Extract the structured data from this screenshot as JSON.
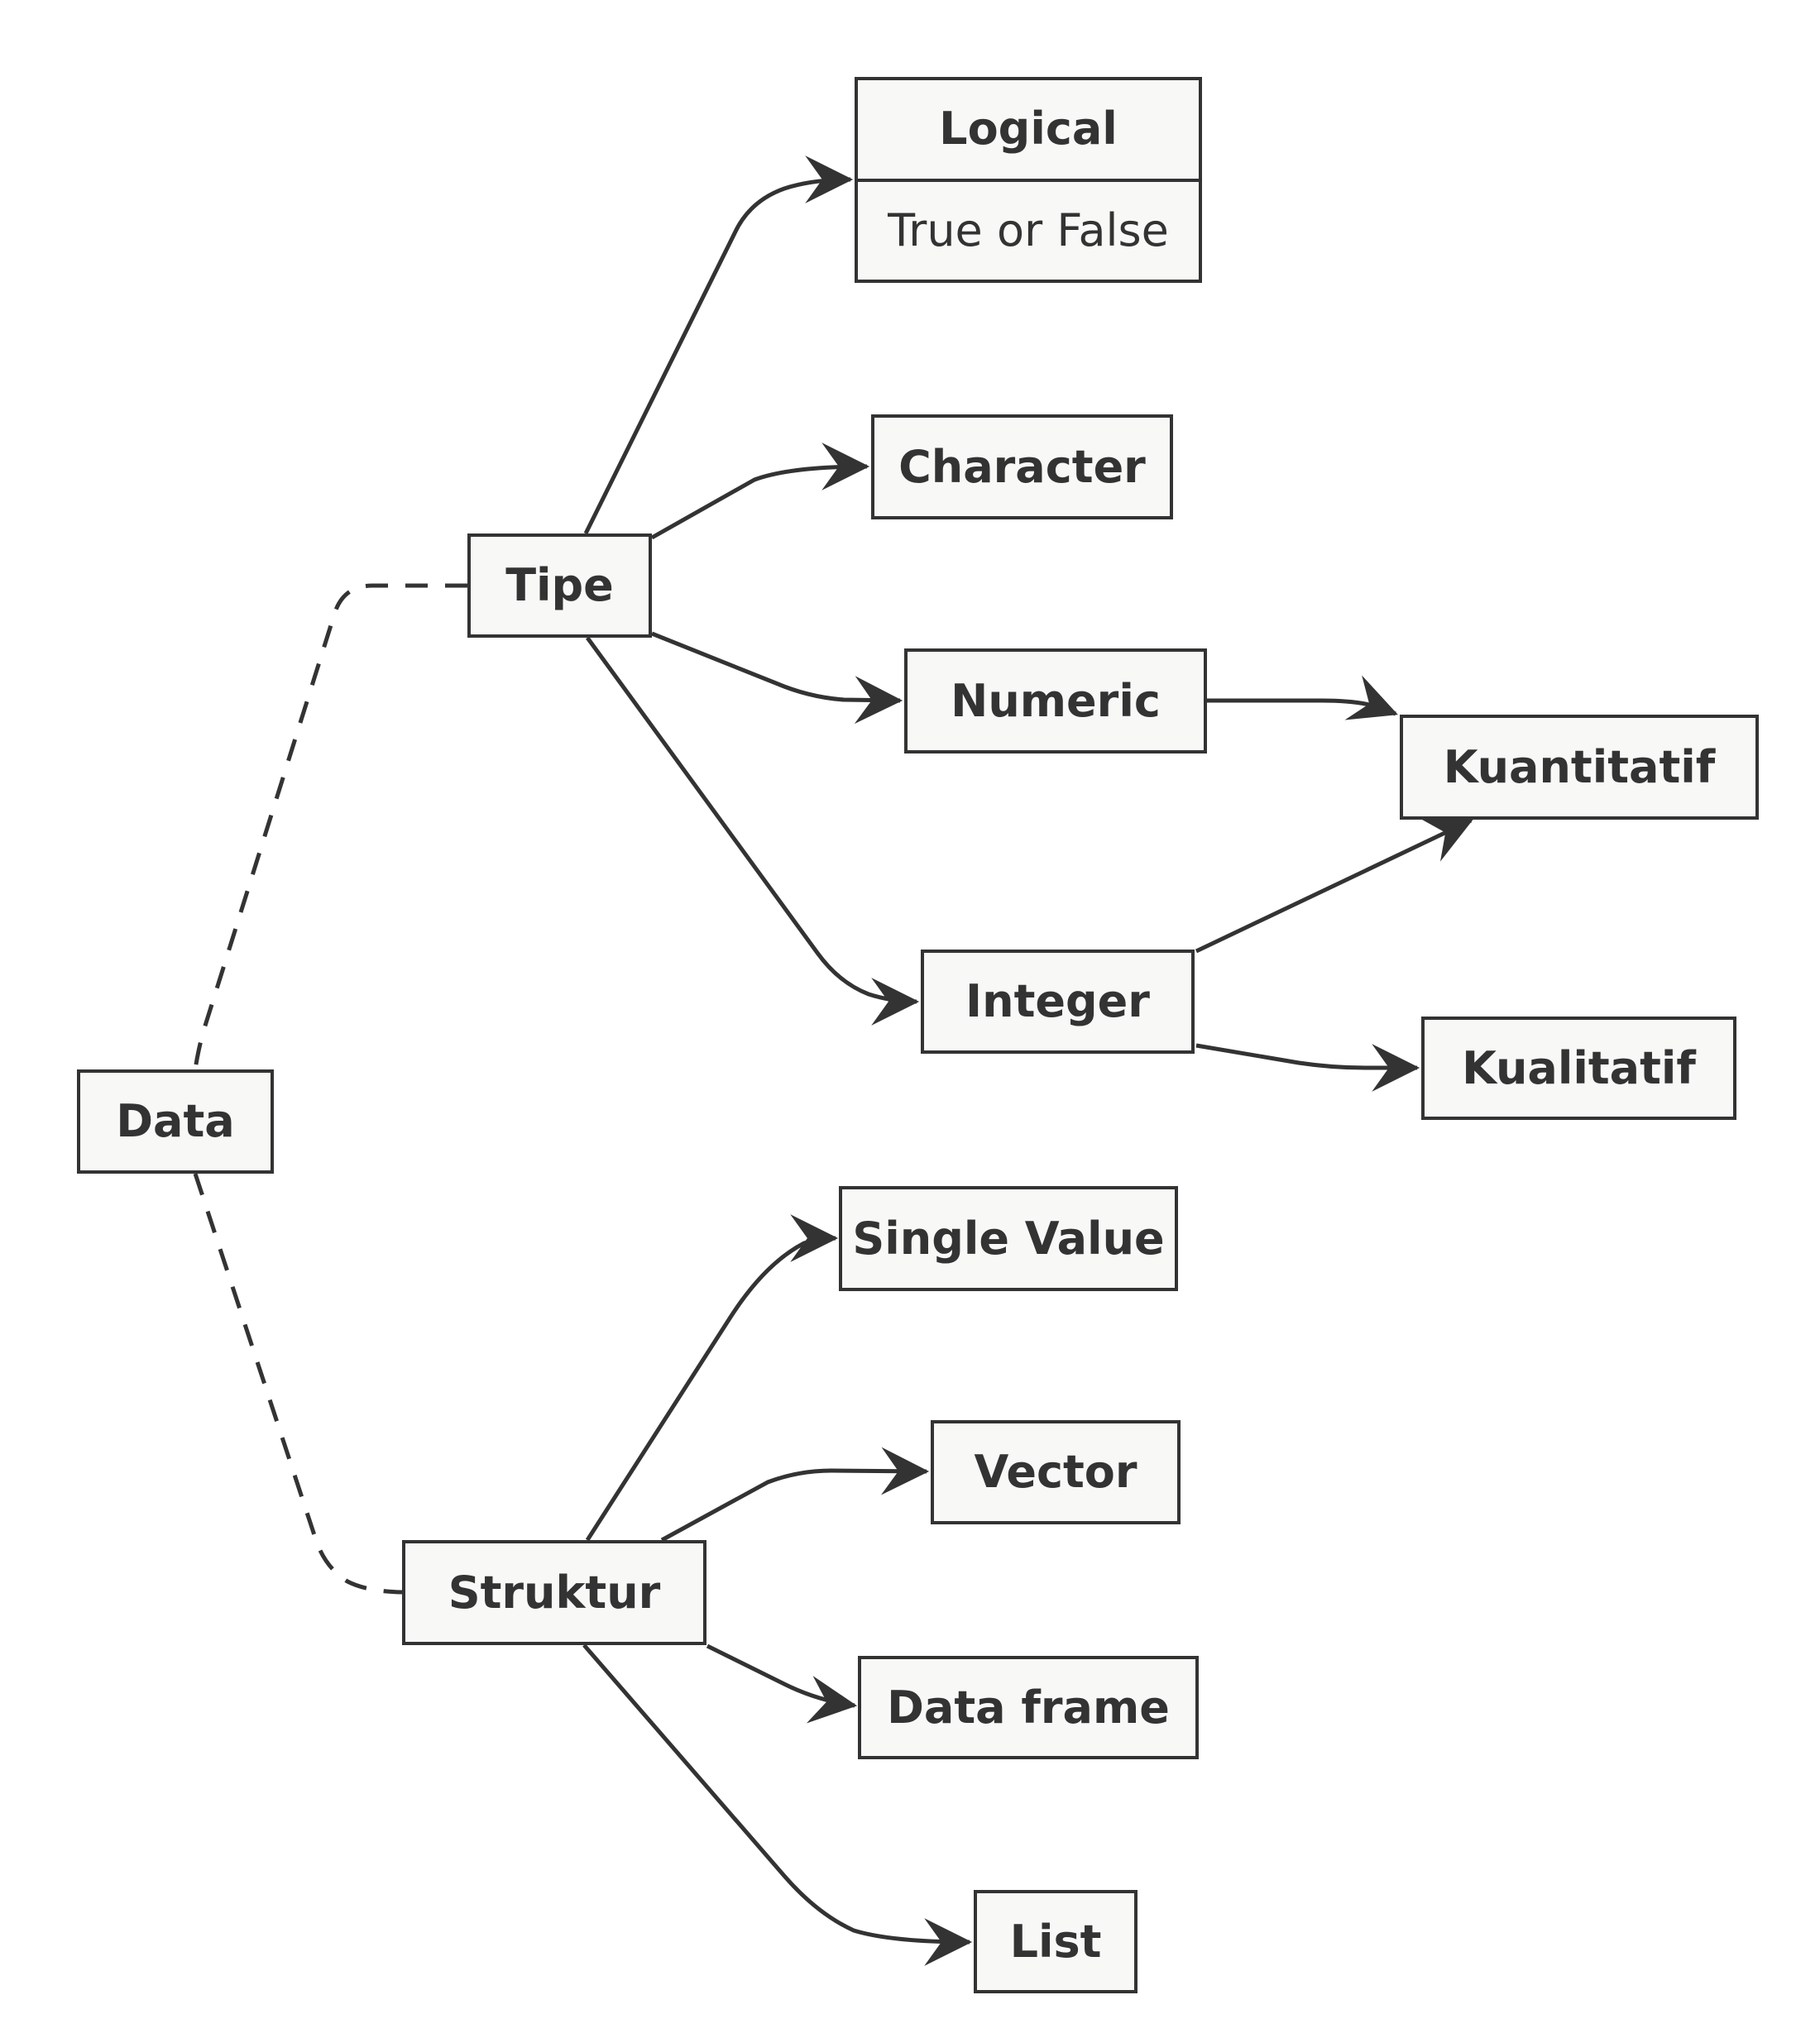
{
  "diagram": {
    "colors": {
      "background": "#ffffff",
      "box_fill": "#f8f8f7",
      "box_border": "#333333",
      "line": "#333333",
      "text": "#333333"
    },
    "nodes": {
      "data": {
        "label": "Data"
      },
      "tipe": {
        "label": "Tipe"
      },
      "struktur": {
        "label": "Struktur"
      },
      "logical": {
        "label": "Logical",
        "sublabel": "True or False"
      },
      "character": {
        "label": "Character"
      },
      "numeric": {
        "label": "Numeric"
      },
      "integer": {
        "label": "Integer"
      },
      "kuantitatif": {
        "label": "Kuantitatif"
      },
      "kualitatif": {
        "label": "Kualitatif"
      },
      "single_value": {
        "label": "Single Value"
      },
      "vector": {
        "label": "Vector"
      },
      "data_frame": {
        "label": "Data frame"
      },
      "list": {
        "label": "List"
      }
    },
    "edges": [
      {
        "from": "data",
        "to": "tipe",
        "style": "dashed",
        "arrow": false
      },
      {
        "from": "data",
        "to": "struktur",
        "style": "dashed",
        "arrow": false
      },
      {
        "from": "tipe",
        "to": "logical",
        "style": "solid",
        "arrow": true
      },
      {
        "from": "tipe",
        "to": "character",
        "style": "solid",
        "arrow": true
      },
      {
        "from": "tipe",
        "to": "numeric",
        "style": "solid",
        "arrow": true
      },
      {
        "from": "tipe",
        "to": "integer",
        "style": "solid",
        "arrow": true
      },
      {
        "from": "numeric",
        "to": "kuantitatif",
        "style": "solid",
        "arrow": true
      },
      {
        "from": "integer",
        "to": "kuantitatif",
        "style": "solid",
        "arrow": true
      },
      {
        "from": "integer",
        "to": "kualitatif",
        "style": "solid",
        "arrow": true
      },
      {
        "from": "struktur",
        "to": "single_value",
        "style": "solid",
        "arrow": true
      },
      {
        "from": "struktur",
        "to": "vector",
        "style": "solid",
        "arrow": true
      },
      {
        "from": "struktur",
        "to": "data_frame",
        "style": "solid",
        "arrow": true
      },
      {
        "from": "struktur",
        "to": "list",
        "style": "solid",
        "arrow": true
      }
    ]
  }
}
